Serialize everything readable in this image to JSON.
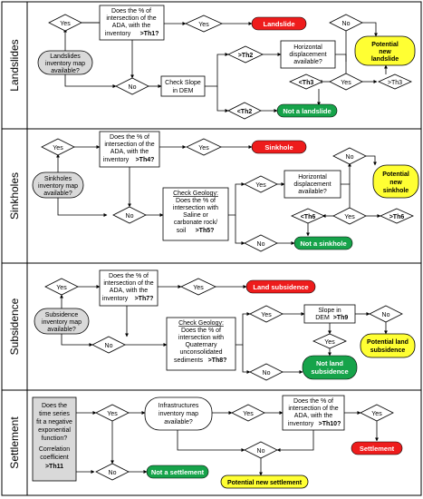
{
  "colors": {
    "landslide": "#ee1c1c",
    "negative": "#16a34a",
    "potential": "#ffff33",
    "input": "#d9d9d9"
  },
  "sections": {
    "landslides": {
      "title": "Landslides",
      "inventory": [
        "Landslides",
        "inventory map",
        "available?"
      ],
      "question": [
        "Does the % of",
        "intersection of the",
        "ADA, with the",
        "inventory",
        ">Th1?"
      ],
      "yes1": "Yes",
      "yes2": "Yes",
      "no1": "No",
      "check_slope": [
        "Check Slope",
        "in DEM"
      ],
      "th2_gt": ">Th2",
      "th2_lt": "<Th2",
      "horizontal": [
        "Horizontal",
        "displacement",
        "available?"
      ],
      "th3_lt": "<Th3",
      "yes3": "Yes",
      "th3_gt": ">Th3",
      "no2": "No",
      "result_pos": "Landslide",
      "result_neg": "Not a landslide",
      "potential": [
        "Potential",
        "new",
        "landslide"
      ]
    },
    "sinkholes": {
      "title": "Sinkholes",
      "inventory": [
        "Sinkholes",
        "inventory map",
        "available?"
      ],
      "question": [
        "Does the % of",
        "intersection of the",
        "ADA, with the",
        "inventory",
        ">Th4?"
      ],
      "yes1": "Yes",
      "yes2": "Yes",
      "no1": "No",
      "geology": [
        "Check Geology:",
        "Does the % of",
        "intersection with",
        "Saline or",
        "carbonate rock/",
        "soil",
        ">Th5?"
      ],
      "yes3": "Yes",
      "no2": "No",
      "horizontal": [
        "Horizontal",
        "displacement",
        "available?"
      ],
      "th6_lt": "<Th6",
      "yes4": "Yes",
      "th6_gt": ">Th6",
      "no3": "No",
      "result_pos": "Sinkhole",
      "result_neg": "Not a sinkhole",
      "potential": [
        "Potential",
        "new",
        "sinkhole"
      ]
    },
    "subsidence": {
      "title": "Subsidence",
      "inventory": [
        "Subsidence",
        "inventory map",
        "available?"
      ],
      "question": [
        "Does the % of",
        "intersection of the",
        "ADA, with the",
        "inventory",
        ">Th7?"
      ],
      "yes1": "Yes",
      "yes2": "Yes",
      "no1": "No",
      "geology": [
        "Check Geology:",
        "Does the % of",
        "intersection with",
        "Quaternary",
        "unconsolidated",
        "sediments",
        ">Th8?"
      ],
      "yes3": "Yes",
      "no2": "No",
      "slope": [
        "Slope in",
        "DEM",
        ">Th9"
      ],
      "yes4": "Yes",
      "no3": "No",
      "result_pos": "Land subsidence",
      "result_neg": [
        "Not land",
        "subsidence"
      ],
      "potential": [
        "Potential land",
        "subsidence"
      ]
    },
    "settlement": {
      "title": "Settlement",
      "timeseries": [
        "Does the",
        "time series",
        "fit a negative",
        "exponential",
        "function?",
        "Correlation",
        "coefficient",
        ">Th11"
      ],
      "infra": [
        "Infrastructures",
        "inventory map",
        "available?"
      ],
      "question": [
        "Does the % of",
        "intersection of the",
        "ADA, with the",
        "inventory",
        ">Th10?"
      ],
      "yes1": "Yes",
      "yes2": "Yes",
      "yes3": "Yes",
      "no1": "No",
      "no2": "No",
      "result_pos": "Settlement",
      "result_neg": "Not a settlement",
      "potential": "Potential new settlement"
    }
  }
}
